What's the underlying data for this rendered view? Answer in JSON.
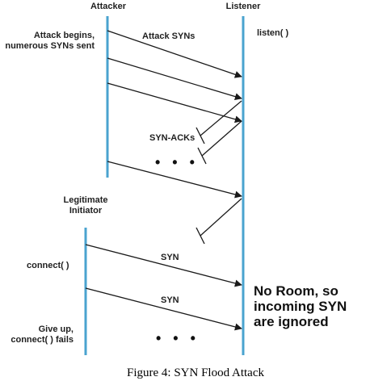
{
  "lifelines": {
    "attacker": "Attacker",
    "listener": "Listener",
    "legitimate_initiator": "Legitimate\nInitiator"
  },
  "labels": {
    "attack_begins": "Attack begins,\nnumerous SYNs sent",
    "attack_syns": "Attack SYNs",
    "listen": "listen( )",
    "syn_acks": "SYN-ACKs",
    "attacker_dots": "• • •",
    "connect": "connect( )",
    "syn_1": "SYN",
    "syn_2": "SYN",
    "give_up": "Give up,\nconnect( ) fails",
    "initiator_dots": "• • •",
    "no_room": "No Room, so\nincoming SYN\nare ignored"
  },
  "caption": "Figure 4:  SYN Flood Attack",
  "colors": {
    "lifeline": "#4aa3cf",
    "arrow": "#1a1a1a",
    "text": "#1f1f1f"
  }
}
